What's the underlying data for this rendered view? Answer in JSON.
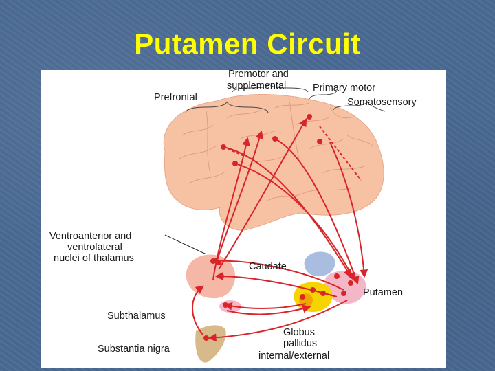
{
  "slide": {
    "title": "Putamen Circuit"
  },
  "labels": {
    "premotor_line1": "Premotor and",
    "premotor_line2": "supplemental",
    "primary_motor": "Primary motor",
    "somatosensory": "Somatosensory",
    "prefrontal": "Prefrontal",
    "thalamus_line1": "Ventroanterior and",
    "thalamus_line2": "ventrolateral",
    "thalamus_line3": "nuclei of thalamus",
    "caudate": "Caudate",
    "putamen": "Putamen",
    "subthalamus": "Subthalamus",
    "substantia_nigra": "Substantia nigra",
    "globus_line1": "Globus",
    "globus_line2": "pallidus",
    "globus_line3": "internal/external"
  },
  "colors": {
    "background": "#4a6a94",
    "title": "#ffff00",
    "brain": "#f7c2a4",
    "pathway": "#d9252a",
    "caudate": "#a9bde0",
    "putamen": "#f4b7c7",
    "globus": "#f6d400",
    "nigra": "#d8b98a"
  }
}
